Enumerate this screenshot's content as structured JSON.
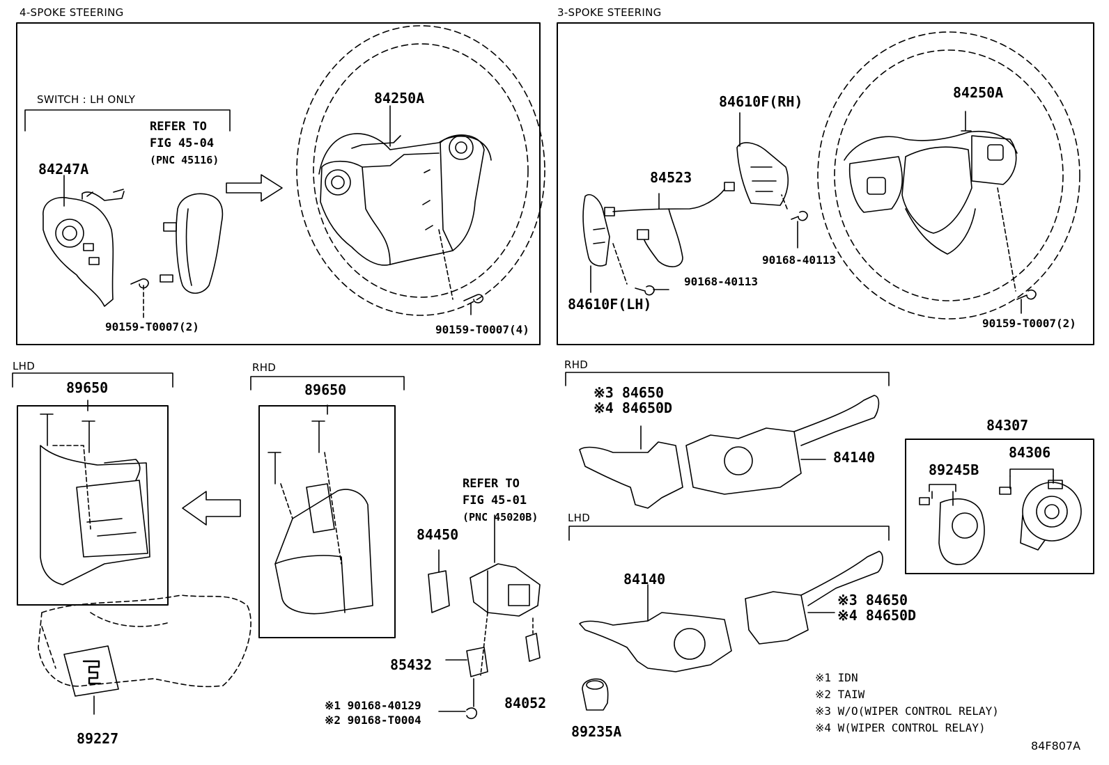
{
  "sections": {
    "four_spoke": "4-SPOKE STEERING",
    "three_spoke": "3-SPOKE STEERING",
    "lhd_column": "LHD",
    "rhd_column": "RHD",
    "rhd_switch": "RHD",
    "lhd_switch": "LHD",
    "switch_lh_only": "SWITCH : LH ONLY"
  },
  "refs": {
    "ref_45_04": {
      "line1": "REFER TO",
      "line2": "FIG 45-04",
      "line3": "(PNC 45116)"
    },
    "ref_45_01": {
      "line1": "REFER TO",
      "line2": "FIG 45-01",
      "line3": "(PNC 45020B)"
    }
  },
  "parts": {
    "p84247A": "84247A",
    "p84250A_4": "84250A",
    "p90159_2_left": "90159-T0007(2)",
    "p90159_4": "90159-T0007(4)",
    "p84610F_RH": "84610F(RH)",
    "p84250A_3": "84250A",
    "p84523": "84523",
    "p90168_40113_a": "90168-40113",
    "p90168_40113_b": "90168-40113",
    "p84610F_LH": "84610F(LH)",
    "p90159_2_right": "90159-T0007(2)",
    "p89650_lhd": "89650",
    "p89650_rhd": "89650",
    "p89227": "89227",
    "p84450": "84450",
    "p85432": "85432",
    "p84052": "84052",
    "p90168_40129": "※1 90168-40129",
    "p90168_T0004": "※2 90168-T0004",
    "p84650_rhd": "※3 84650",
    "p84650D_rhd": "※4 84650D",
    "p84140_rhd": "84140",
    "p84307": "84307",
    "p84306": "84306",
    "p89245B": "89245B",
    "p84140_lhd": "84140",
    "p84650_lhd": "※3 84650",
    "p84650D_lhd": "※4 84650D",
    "p89235A": "89235A"
  },
  "notes": [
    "※1 IDN",
    "※2 TAIW",
    "※3 W/O(WIPER CONTROL RELAY)",
    "※4 W(WIPER CONTROL RELAY)"
  ],
  "figure_code": "84F807A"
}
